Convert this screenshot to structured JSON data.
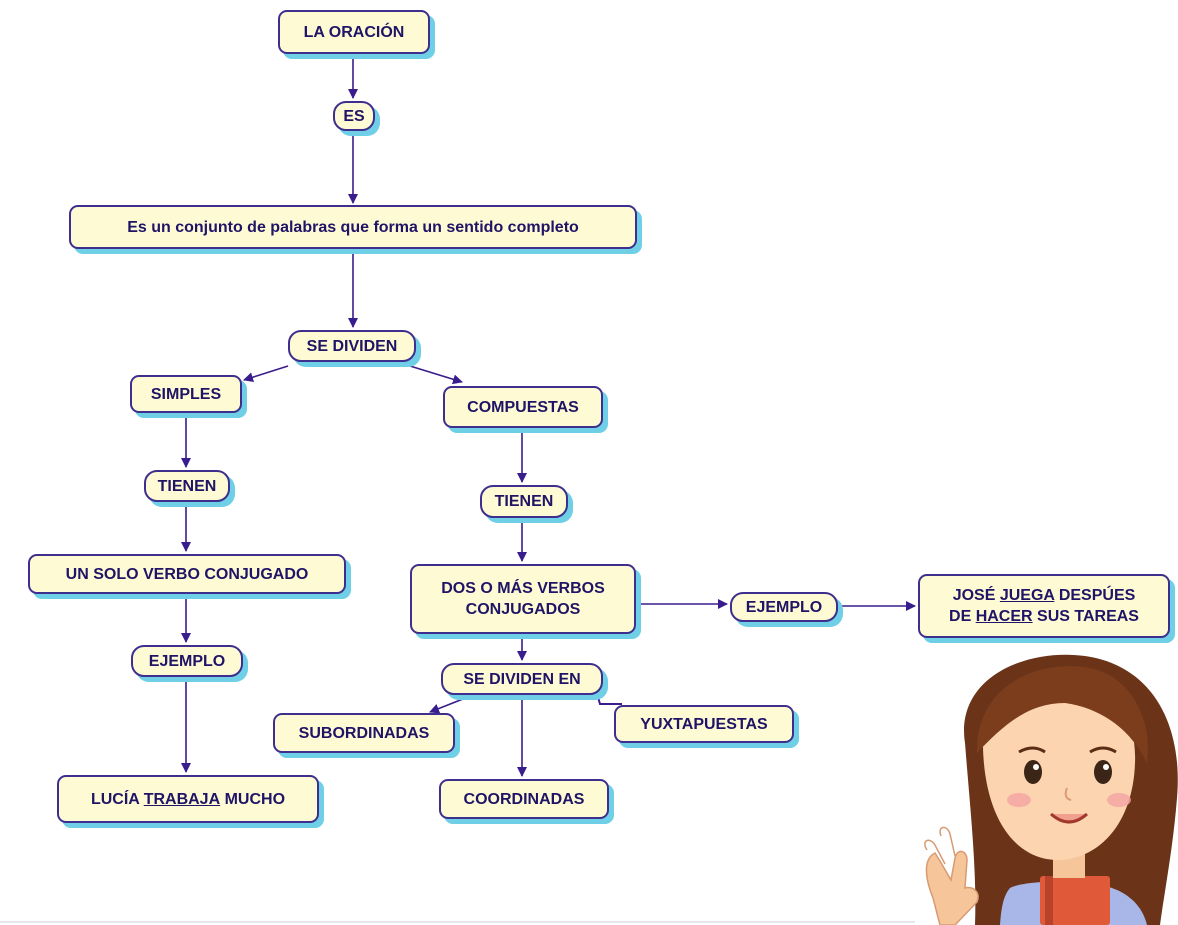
{
  "colors": {
    "node_fill": "#fefbd4",
    "node_border": "#3e2f8e",
    "node_shadow": "#6fcfe6",
    "text": "#1f1466",
    "arrow": "#3a1d8c"
  },
  "nodes": {
    "la_oracion": "LA ORACIÓN",
    "es": "ES",
    "definicion": "Es un conjunto de palabras que forma un sentido completo",
    "se_dividen": "SE DIVIDEN",
    "simples": "SIMPLES",
    "compuestas": "COMPUESTAS",
    "tienen_simples": "TIENEN",
    "tienen_compuestas": "TIENEN",
    "un_solo_verbo": "UN SOLO VERBO CONJUGADO",
    "ejemplo_simples": "EJEMPLO",
    "lucia": {
      "before": "LUCÍA ",
      "verb": "TRABAJA",
      "after": " MUCHO"
    },
    "dos_o_mas_line1": "DOS O MÁS VERBOS",
    "dos_o_mas_line2": "CONJUGADOS",
    "ejemplo_compuestas": "EJEMPLO",
    "jose": {
      "line1_before": "JOSÉ ",
      "line1_verb": "JUEGA",
      "line1_after": " DESPÚES",
      "line2_before": "DE ",
      "line2_verb": "HACER",
      "line2_after": " SUS TAREAS"
    },
    "se_dividen_en": "SE DIVIDEN EN",
    "subordinadas": "SUBORDINADAS",
    "yuxtapuestas": "YUXTAPUESTAS",
    "coordinadas": "COORDINADAS"
  },
  "illustration": "girl-waving-holding-book"
}
